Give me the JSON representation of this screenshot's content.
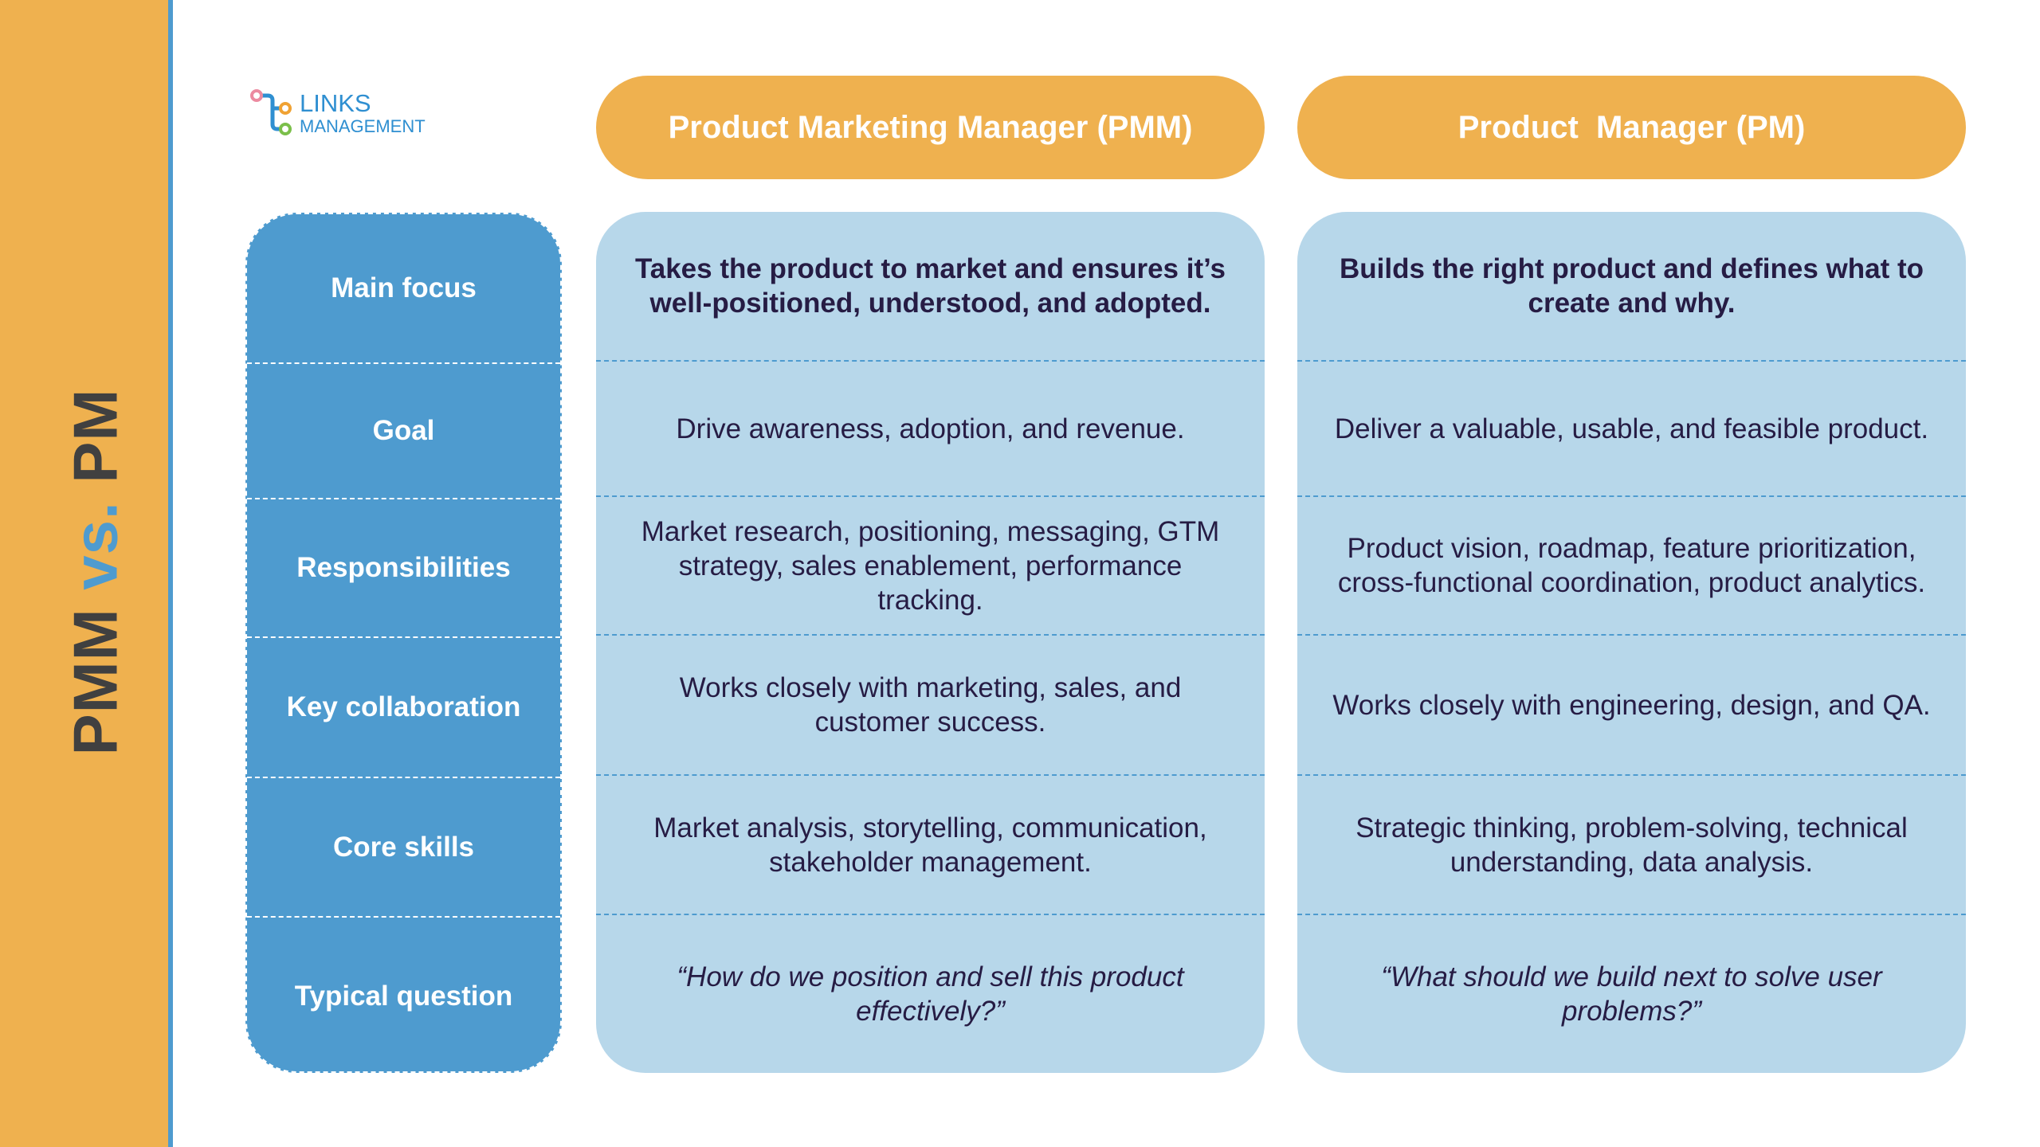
{
  "sidebar": {
    "title_part1": "PMM",
    "title_vs": "vs.",
    "title_part2": "PM",
    "colors": {
      "background": "#efb14f",
      "stripe": "#4e9bcf",
      "text": "#404040",
      "accent": "#4e9bcf"
    }
  },
  "logo": {
    "line1": "LINKS",
    "line2": "MANAGEMENT",
    "icon": "connected-nodes-logo-icon"
  },
  "headers": {
    "pmm": "Product Marketing Manager (PMM)",
    "pm": "Product  Manager (PM)"
  },
  "rows": [
    {
      "label": "Main focus",
      "pmm": "Takes the product to market and ensures it’s well-positioned, understood, and adopted.",
      "pm": "Builds the right product and defines what to create and why."
    },
    {
      "label": "Goal",
      "pmm": "Drive awareness, adoption, and revenue.",
      "pm": "Deliver a valuable, usable, and feasible product."
    },
    {
      "label": "Responsibilities",
      "pmm": "Market research, positioning, messaging, GTM strategy, sales enablement, performance tracking.",
      "pm": "Product vision, roadmap, feature prioritization, cross-functional coordination, product analytics."
    },
    {
      "label": "Key collaboration",
      "pmm": "Works closely with marketing, sales, and customer success.",
      "pm": "Works closely with engineering, design, and QA."
    },
    {
      "label": "Core skills",
      "pmm": "Market analysis, storytelling, communication, stakeholder management.",
      "pm": "Strategic thinking, problem-solving, technical understanding, data analysis."
    },
    {
      "label": "Typical question",
      "pmm": "“How do we position and sell this product effectively?”",
      "pm": "“What should we build next to solve user problems?”"
    }
  ],
  "colors": {
    "header_pill": "#efb14f",
    "label_column": "#4e9bcf",
    "content_column": "#b7d7ea",
    "body_text": "#261c44"
  }
}
